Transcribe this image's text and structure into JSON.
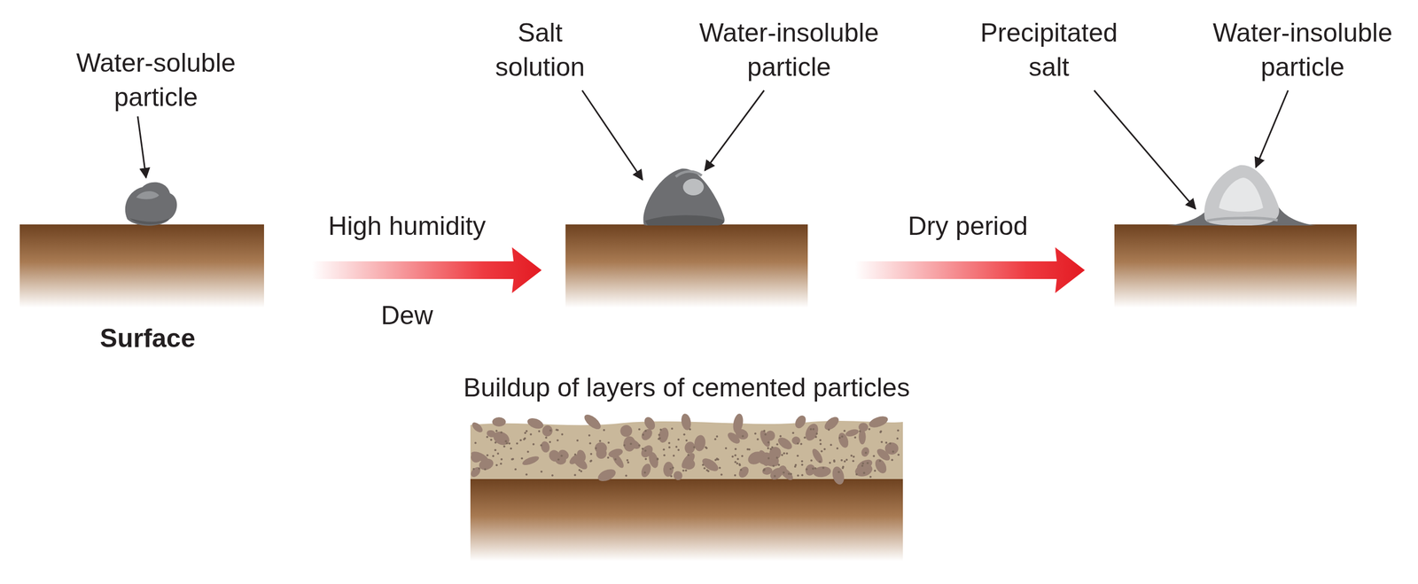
{
  "diagram": {
    "labels": [
      "Water-soluble particle",
      "Surface",
      "High humidity",
      "Dew",
      "Salt solution",
      "Water-insoluble particle",
      "Dry period",
      "Precipitated salt",
      "Water-insoluble particle",
      "Buildup of layers of cemented particles"
    ]
  }
}
